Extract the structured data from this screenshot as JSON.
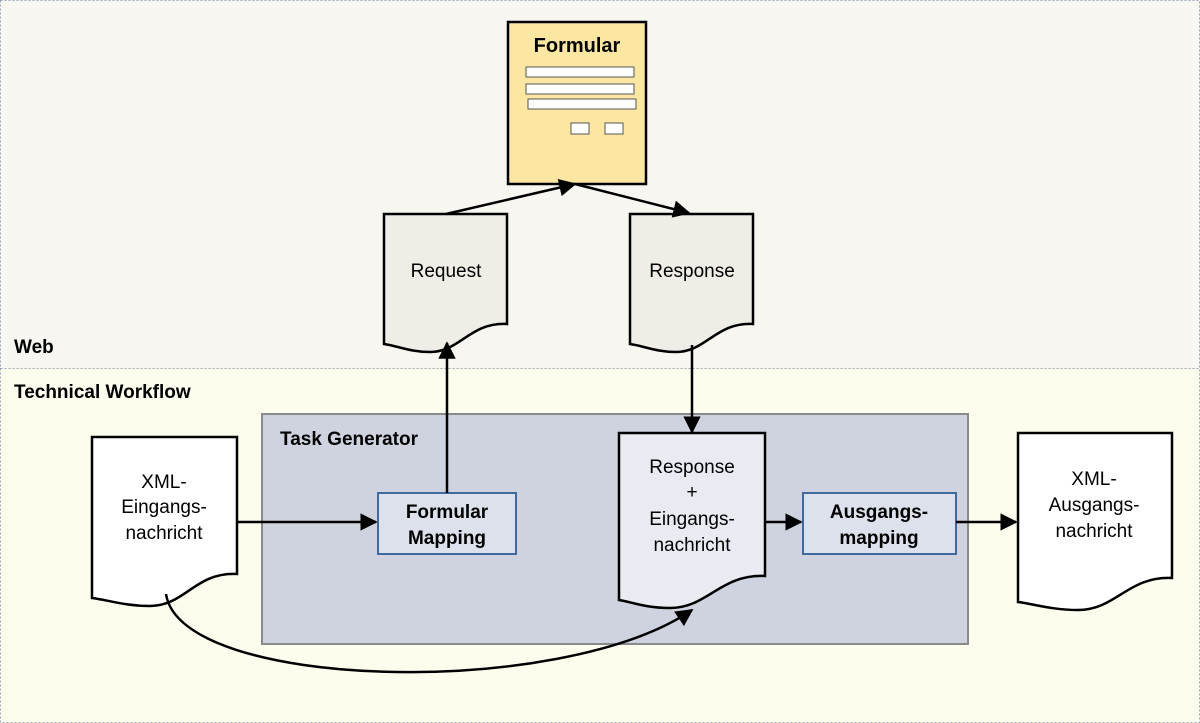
{
  "lanes": {
    "web_label": "Web",
    "workflow_label": "Technical Workflow"
  },
  "task_generator": {
    "label": "Task Generator"
  },
  "form": {
    "title": "Formular"
  },
  "documents": {
    "request": "Request",
    "response": "Response",
    "xml_input": [
      "XML-",
      "Eingangs-",
      "nachricht"
    ],
    "merged": [
      "Response",
      "+",
      "Eingangs-",
      "nachricht"
    ],
    "xml_output": [
      "XML-",
      "Ausgangs-",
      "nachricht"
    ]
  },
  "processes": {
    "formular_mapping": [
      "Formular",
      "Mapping"
    ],
    "ausgangs_mapping": [
      "Ausgangs-",
      "mapping"
    ]
  },
  "colors": {
    "web_lane_bg": "#f7f6f1",
    "workflow_lane_bg": "#fdfdee",
    "task_generator_bg": "#cfd3df",
    "form_bg": "#fbe6a2",
    "web_doc_bg": "#eeede6",
    "merged_doc_bg": "#e9ebf2",
    "process_border": "#3e6aa0"
  }
}
